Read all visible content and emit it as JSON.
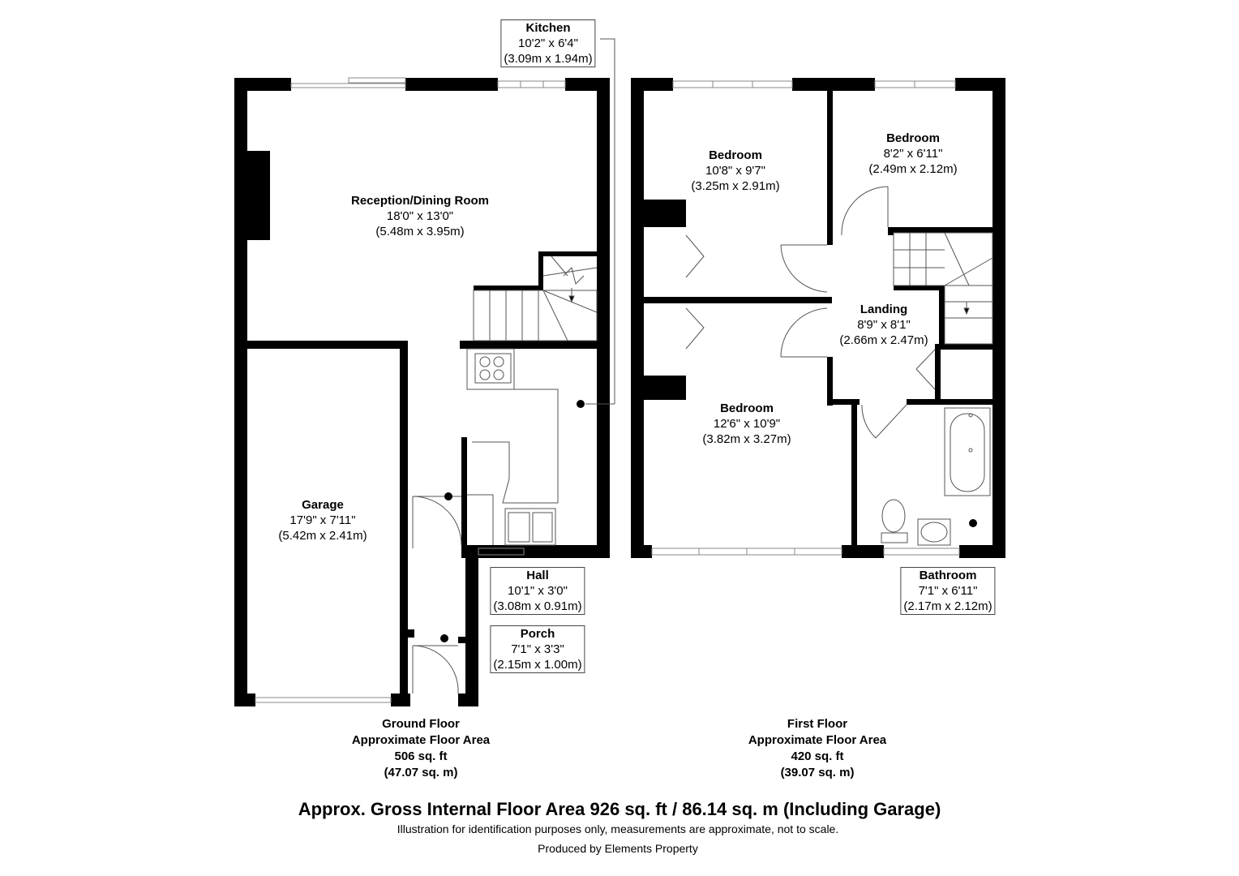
{
  "ground_floor": {
    "rooms": [
      {
        "name": "Reception/Dining Room",
        "imperial": "18'0\" x 13'0\"",
        "metric": "(5.48m x 3.95m)"
      },
      {
        "name": "Kitchen",
        "imperial": "10'2\" x 6'4\"",
        "metric": "(3.09m x 1.94m)"
      },
      {
        "name": "Garage",
        "imperial": "17'9\" x 7'11\"",
        "metric": "(5.42m x 2.41m)"
      },
      {
        "name": "Hall",
        "imperial": "10'1\" x 3'0\"",
        "metric": "(3.08m x 0.91m)"
      },
      {
        "name": "Porch",
        "imperial": "7'1\" x 3'3\"",
        "metric": "(2.15m x 1.00m)"
      }
    ],
    "summary": {
      "title": "Ground Floor",
      "subtitle": "Approximate Floor Area",
      "area_sqft": "506 sq. ft",
      "area_sqm": "(47.07 sq. m)"
    }
  },
  "first_floor": {
    "rooms": [
      {
        "name": "Bedroom",
        "imperial": "10'8\" x 9'7\"",
        "metric": "(3.25m x 2.91m)"
      },
      {
        "name": "Bedroom",
        "imperial": "8'2\" x 6'11\"",
        "metric": "(2.49m x 2.12m)"
      },
      {
        "name": "Landing",
        "imperial": "8'9\" x 8'1\"",
        "metric": "(2.66m x 2.47m)"
      },
      {
        "name": "Bedroom",
        "imperial": "12'6\" x 10'9\"",
        "metric": "(3.82m x 3.27m)"
      },
      {
        "name": "Bathroom",
        "imperial": "7'1\" x 6'11\"",
        "metric": "(2.17m x 2.12m)"
      }
    ],
    "summary": {
      "title": "First Floor",
      "subtitle": "Approximate Floor Area",
      "area_sqft": "420 sq. ft",
      "area_sqm": "(39.07 sq. m)"
    }
  },
  "footer": {
    "gross": "Approx. Gross Internal Floor Area 926 sq. ft / 86.14 sq. m (Including Garage)",
    "disclaimer": "Illustration for identification purposes only, measurements are approximate, not to scale.",
    "producer": "Produced by Elements Property"
  },
  "colors": {
    "wall": "#000000",
    "line": "#555555",
    "window": "#888888"
  }
}
